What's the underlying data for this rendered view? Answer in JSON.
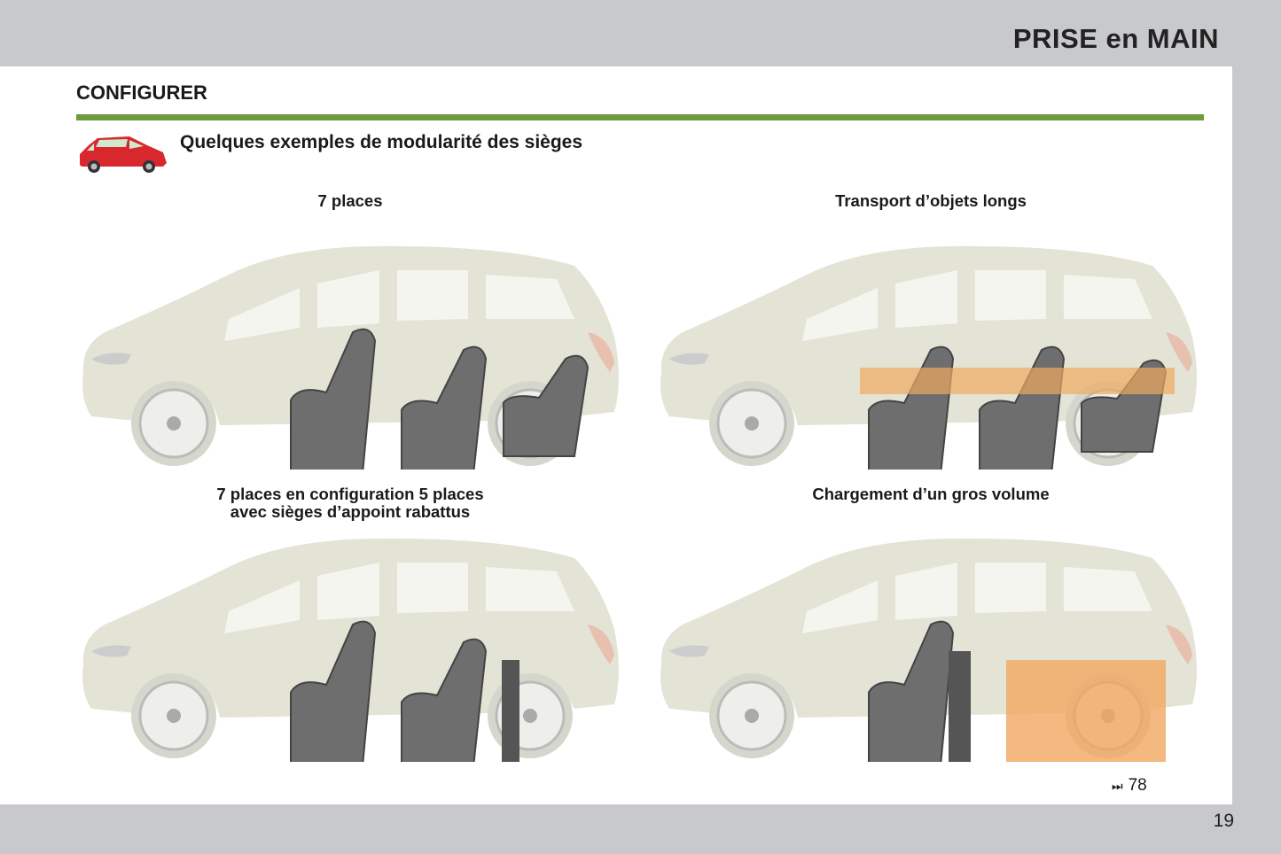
{
  "header": {
    "title": "PRISE en MAIN"
  },
  "section": {
    "title": "CONFIGURER",
    "subtitle": "Quelques exemples de modularité des sièges"
  },
  "configurations": [
    {
      "caption": "7 places"
    },
    {
      "caption": "Transport d’objets longs"
    },
    {
      "caption_line1": "7 places en configuration 5 places",
      "caption_line2": "avec sièges d’appoint rabattus"
    },
    {
      "caption": "Chargement d’un gros volume"
    }
  ],
  "reference": {
    "icon": "skip-forward-icon",
    "page": "78"
  },
  "page_number": "19",
  "colors": {
    "accent_green": "#6c9c3c",
    "car_red": "#d9272e",
    "cargo_orange": "#f0a860"
  }
}
